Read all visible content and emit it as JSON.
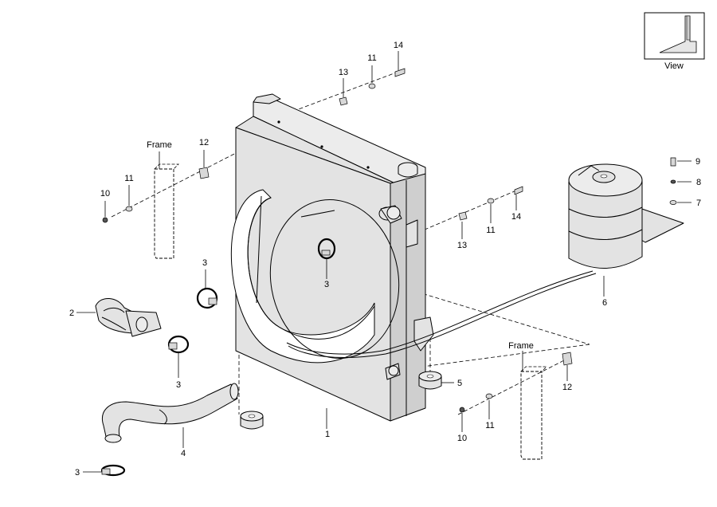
{
  "labels": {
    "view": "View",
    "frame_left": "Frame",
    "frame_right": "Frame",
    "p1": "1",
    "p2": "2",
    "p3_a": "3",
    "p3_b": "3",
    "p3_c": "3",
    "p3_d": "3",
    "p4": "4",
    "p5": "5",
    "p6": "6",
    "p7": "7",
    "p8": "8",
    "p9": "9",
    "p10_left": "10",
    "p10_right": "10",
    "p11_top": "11",
    "p11_left": "11",
    "p11_mid": "11",
    "p11_right": "11",
    "p12_left": "12",
    "p12_right": "12",
    "p13_top": "13",
    "p13_mid": "13",
    "p14_top": "14",
    "p14_mid": "14"
  }
}
